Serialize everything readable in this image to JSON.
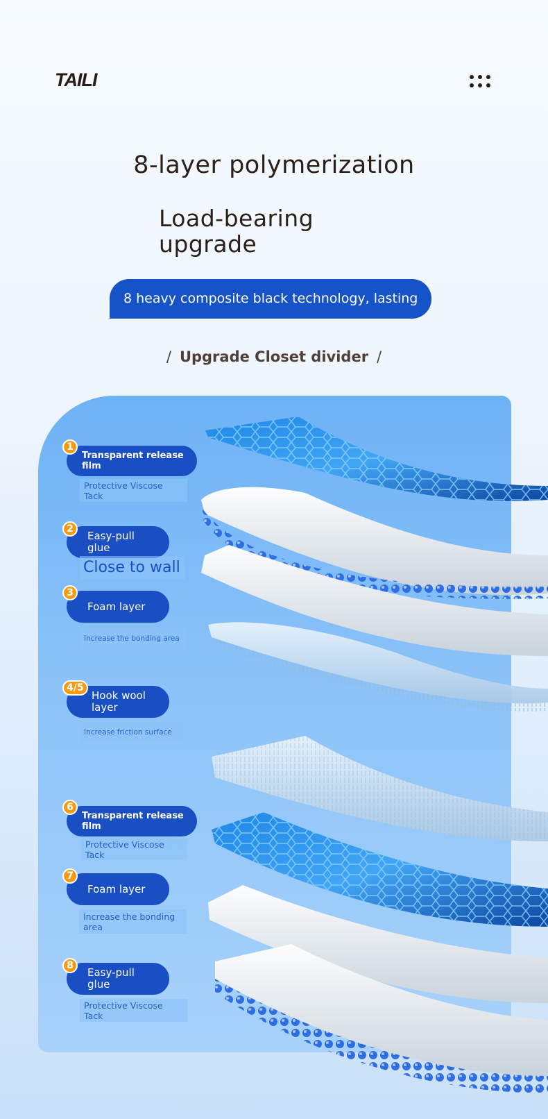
{
  "brand": {
    "logo_text": "TAILI"
  },
  "header": {
    "headline": "8-layer polymerization",
    "subheadline": "Load-bearing upgrade"
  },
  "banner": {
    "text": "8 heavy composite black technology, lasting"
  },
  "section": {
    "slash_left": "/",
    "title": "Upgrade Closet divider",
    "slash_right": "/"
  },
  "callout": {
    "close_to_wall": "Close to wall"
  },
  "layers": [
    {
      "number": "1",
      "name": "Transparent release film",
      "desc": "Protective Viscose Tack"
    },
    {
      "number": "2",
      "name": "Easy-pull glue",
      "desc": ""
    },
    {
      "number": "3",
      "name": "Foam layer",
      "desc": "Increase the bonding area"
    },
    {
      "number": "4/5",
      "name": "Hook wool layer",
      "desc": "Increase friction surface"
    },
    {
      "number": "6",
      "name": "Transparent release film",
      "desc": "Protective Viscose Tack"
    },
    {
      "number": "7",
      "name": "Foam layer",
      "desc": "Increase the bonding area"
    },
    {
      "number": "8",
      "name": "Easy-pull glue",
      "desc": "Protective Viscose Tack"
    }
  ],
  "colors": {
    "primary_blue": "#1a4fc4",
    "badge_orange": "#f59a12",
    "panel_blue": "#8cc3f8",
    "text_dark": "#2b2018"
  },
  "icons": {
    "menu": "more-dots-icon"
  }
}
